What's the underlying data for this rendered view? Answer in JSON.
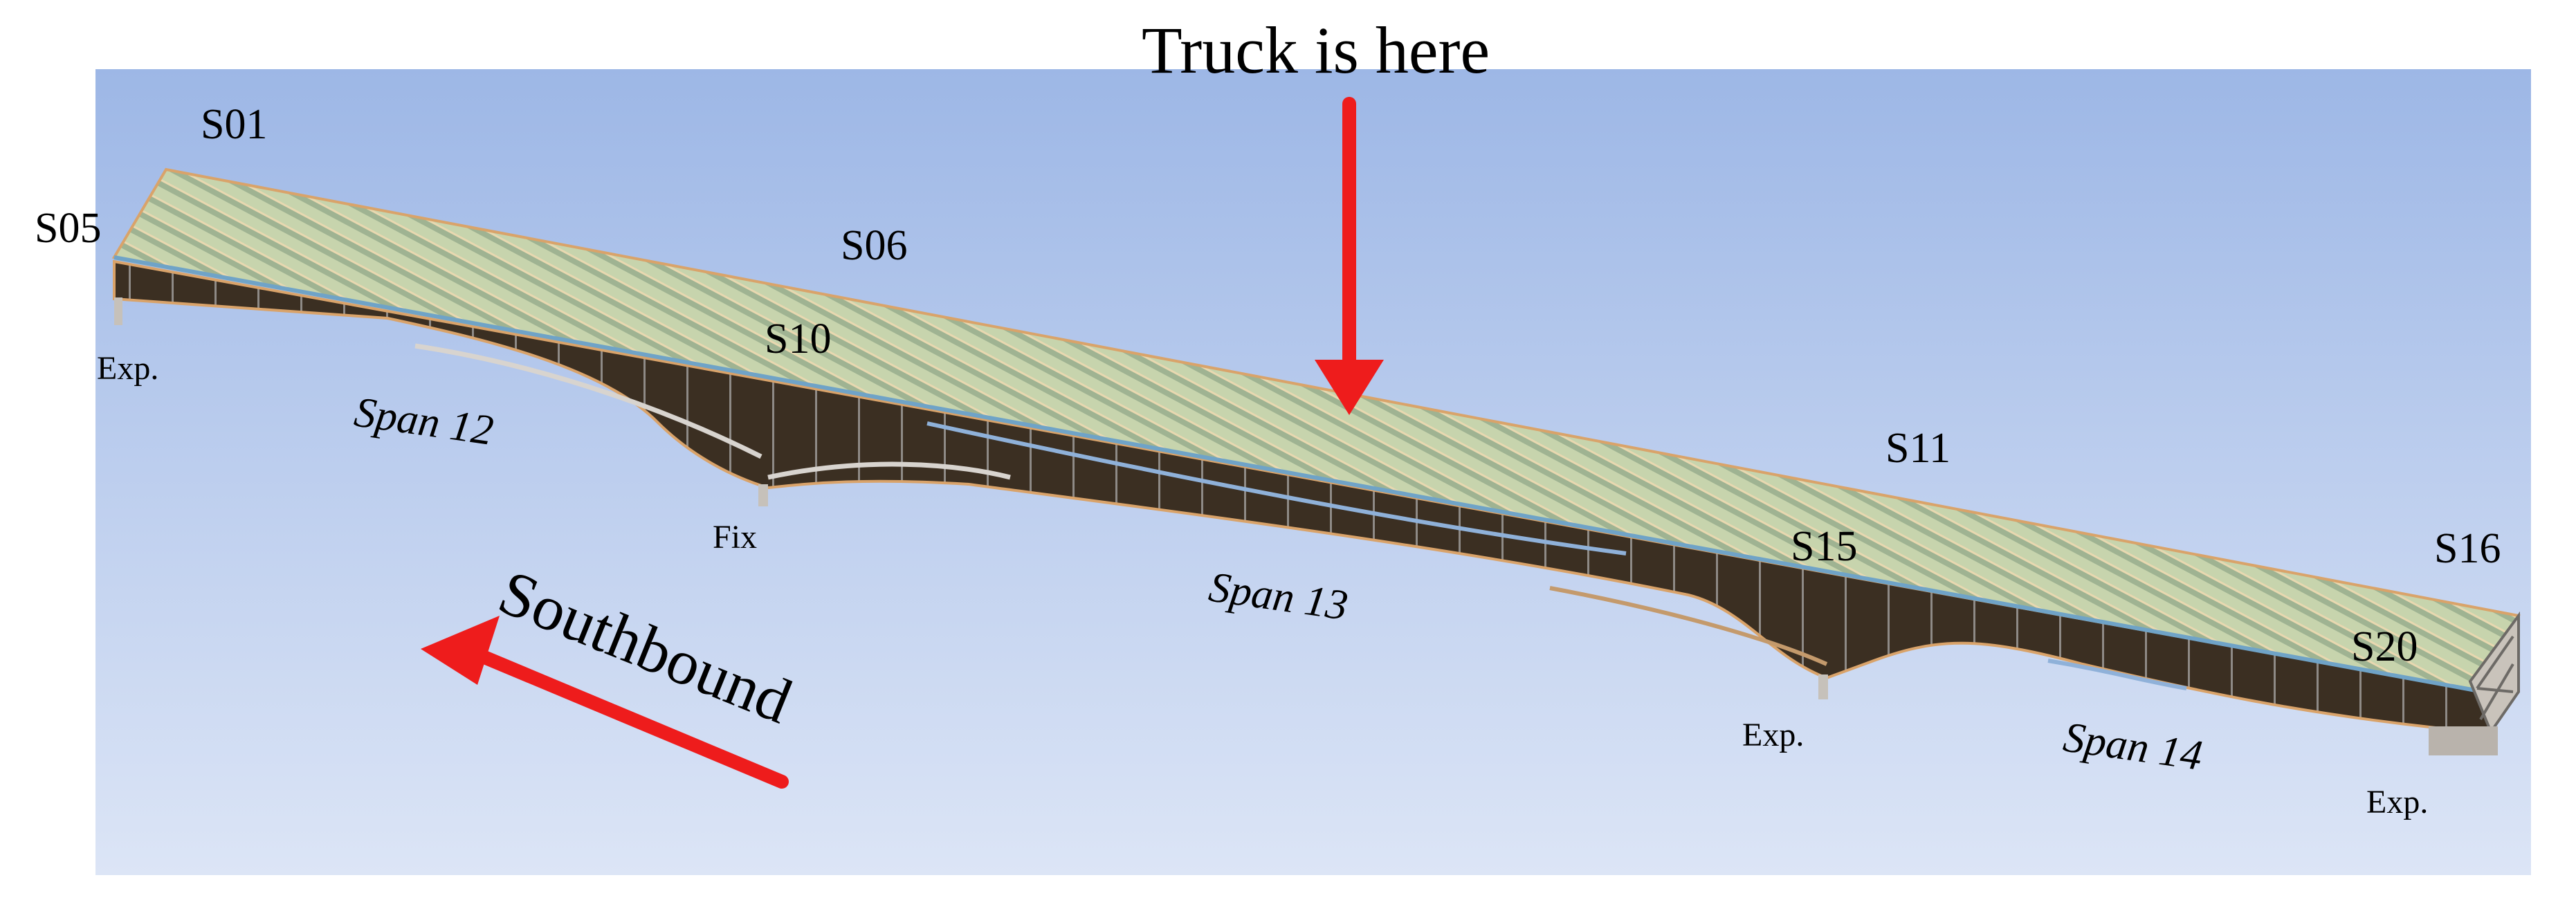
{
  "figure": {
    "caption_top": "Truck is here",
    "direction_label": "Southbound",
    "colors": {
      "background_top": "#9db7e6",
      "background_bottom": "#dce5f6",
      "deck": "#bfcfa6",
      "girder": "#3b2f22",
      "arrow": "#ee1c1c"
    },
    "stations": [
      {
        "id": "s01",
        "label": "S01"
      },
      {
        "id": "s05",
        "label": "S05"
      },
      {
        "id": "s06",
        "label": "S06"
      },
      {
        "id": "s10",
        "label": "S10"
      },
      {
        "id": "s11",
        "label": "S11"
      },
      {
        "id": "s15",
        "label": "S15"
      },
      {
        "id": "s16",
        "label": "S16"
      },
      {
        "id": "s20",
        "label": "S20"
      }
    ],
    "spans": [
      {
        "id": "span12",
        "label": "Span 12"
      },
      {
        "id": "span13",
        "label": "Span 13"
      },
      {
        "id": "span14",
        "label": "Span 14"
      }
    ],
    "supports": [
      {
        "id": "sup1",
        "label": "Exp."
      },
      {
        "id": "sup2",
        "label": "Fix"
      },
      {
        "id": "sup3",
        "label": "Exp."
      },
      {
        "id": "sup4",
        "label": "Exp."
      }
    ]
  }
}
